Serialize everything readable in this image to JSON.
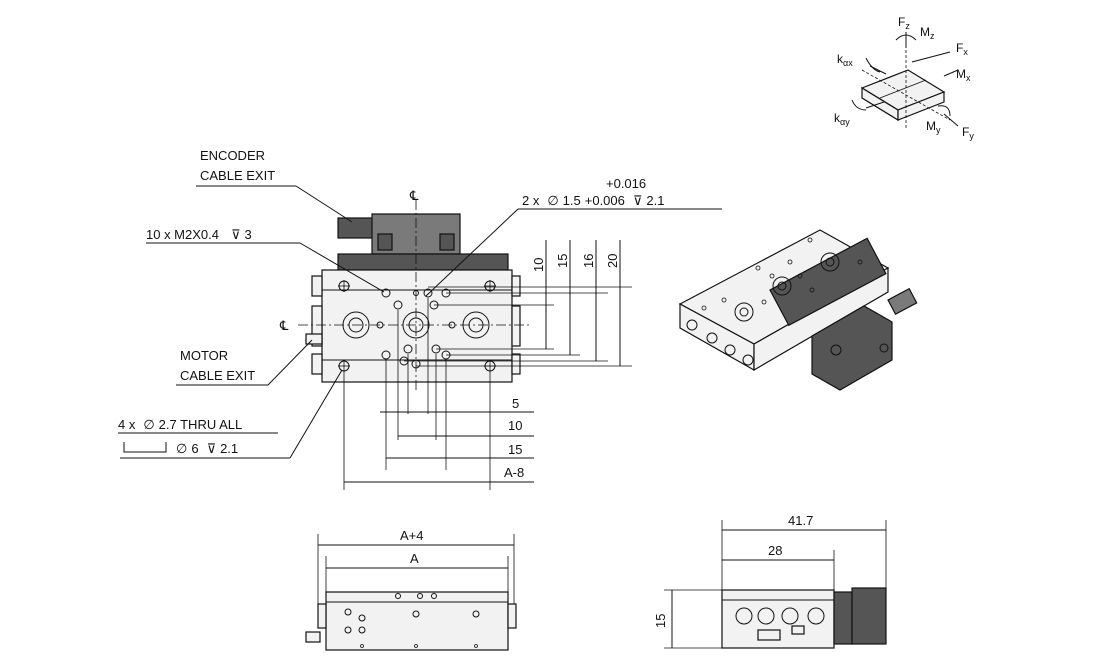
{
  "callouts": {
    "encoder_line1": "ENCODER",
    "encoder_line2": "CABLE EXIT",
    "motor_line1": "MOTOR",
    "motor_line2": "CABLE EXIT",
    "tapped_holes": "10 x M2X0.4",
    "tapped_depth": "3",
    "pin_holes_prefix": "2 x",
    "pin_holes_dia": "1.5",
    "pin_tol_upper": "+0.016",
    "pin_tol_lower": "+0.006",
    "pin_depth": "2.1",
    "thru_holes_prefix": "4 x",
    "thru_holes_dia": "2.7 THRU ALL",
    "cbore_dia": "6",
    "cbore_depth": "2.1",
    "centerline": "℄"
  },
  "dimensions": {
    "vertical": [
      "10",
      "15",
      "16",
      "20"
    ],
    "horizontal": [
      "5",
      "10",
      "15",
      "A-8"
    ],
    "front_outer": "A+4",
    "front_inner": "A",
    "side_overall": "41.7",
    "side_inner": "28",
    "side_height": "15"
  },
  "axes": {
    "F": "F",
    "M": "M",
    "k": "k",
    "z": "z",
    "x": "x",
    "y": "y",
    "ax": "αx",
    "ay": "αy"
  },
  "symbols": {
    "diameter": "∅",
    "depth": "⊽"
  }
}
